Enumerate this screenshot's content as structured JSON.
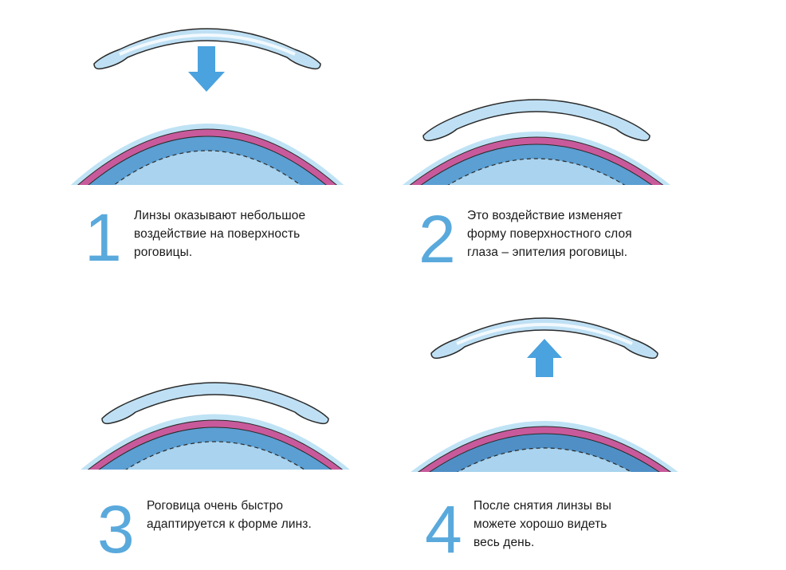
{
  "colors": {
    "cornea_outer": "#bfe3f5",
    "cornea_mid": "#5b9fd3",
    "epithelium": "#c85a9b",
    "inner": "#a9d3ee",
    "lens_fill": "#bfe0f4",
    "lens_outline": "#2a2a2a",
    "arrow": "#4aa2de",
    "number": "#5aa9dc",
    "text": "#1a1a1a"
  },
  "steps": [
    {
      "number": "1",
      "text": "Линзы оказывают небольшое\nвоздействие на поверхность\nроговицы.",
      "arrow": "down-arrow-icon",
      "lens": "above"
    },
    {
      "number": "2",
      "text": "Это воздействие изменяет\nформу поверхностного слоя\nглаза – эпителия роговицы.",
      "arrow": "",
      "lens": "on-eye"
    },
    {
      "number": "3",
      "text": "Роговица очень быстро\nадаптируется к форме линз.",
      "arrow": "",
      "lens": "on-eye"
    },
    {
      "number": "4",
      "text": "После снятия линзы вы\nможете хорошо видеть\nвесь день.",
      "arrow": "up-arrow-icon",
      "lens": "above"
    }
  ]
}
